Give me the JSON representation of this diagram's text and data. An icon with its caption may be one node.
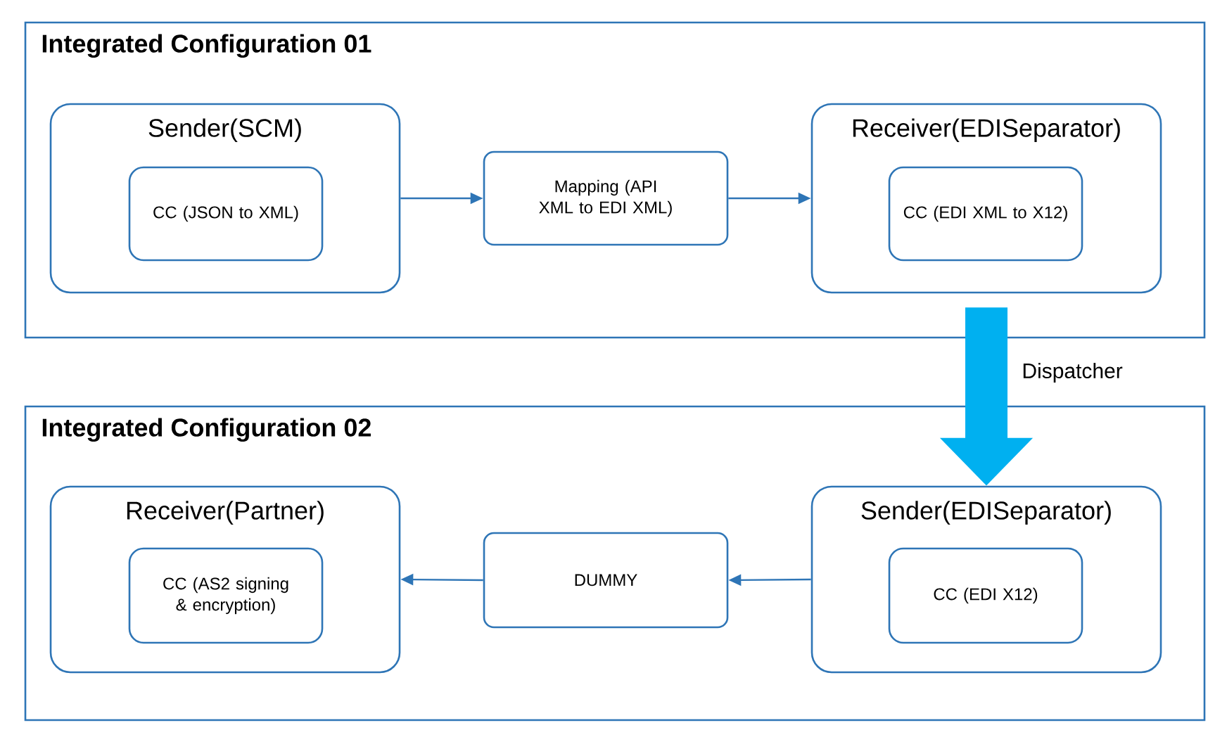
{
  "diagram": {
    "nodes": [
      {
        "text": [
          "Integrated Configuration 01"
        ]
      },
      {
        "text": [
          "Sender(SCM)"
        ],
        "in": 0
      },
      {
        "text": [
          "CC (JSON to XML)"
        ],
        "in": 1
      },
      {
        "text": [
          "Mapping (API XML to EDI XML)"
        ],
        "in": 0
      },
      {
        "text": [
          "Receiver(EDISeparator)"
        ],
        "in": 0
      },
      {
        "text": [
          "CC (EDI XML to X12)"
        ],
        "in": 4
      },
      {
        "text": [
          "Integrated Configuration 02"
        ]
      },
      {
        "text": [
          "Receiver(Partner)"
        ],
        "in": 6
      },
      {
        "text": [
          "CC (AS2 signing & encryption)"
        ],
        "in": 7
      },
      {
        "text": [
          "DUMMY"
        ],
        "in": 6
      },
      {
        "text": [
          "Sender(EDISeparator)"
        ],
        "in": 6
      },
      {
        "text": [
          "CC (EDI X12)"
        ],
        "in": 10
      }
    ],
    "edges": [
      {
        "from": 1,
        "to": 3,
        "arrow": "to"
      },
      {
        "from": 3,
        "to": 4,
        "arrow": "to"
      },
      {
        "from": 4,
        "to": 10,
        "arrow": "to",
        "label": "Dispatcher",
        "style": "thick",
        "color": "#00b0f0"
      },
      {
        "from": 10,
        "to": 9,
        "arrow": "to"
      },
      {
        "from": 9,
        "to": 7,
        "arrow": "to"
      }
    ]
  }
}
